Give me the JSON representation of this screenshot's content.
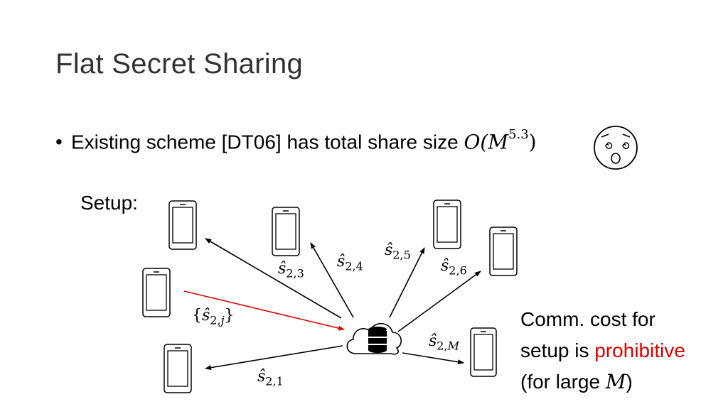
{
  "title": "Flat Secret Sharing",
  "bullet": {
    "text": "Existing scheme [DT06] has total share size ",
    "big_o": "O(",
    "var": "M",
    "exponent": "5.3",
    "close": ")",
    "emoji_icon": "dizzy-face-icon"
  },
  "setup_label": "Setup:",
  "edges": [
    {
      "hat": "ŝ",
      "sub": "2,3"
    },
    {
      "hat": "ŝ",
      "sub": "2,4"
    },
    {
      "hat": "ŝ",
      "sub": "2,5"
    },
    {
      "hat": "ŝ",
      "sub": "2,6"
    },
    {
      "hat": "ŝ",
      "sub": "2,",
      "sub_var": "M"
    },
    {
      "hat": "ŝ",
      "sub": "2,1"
    },
    {
      "open": "{",
      "hat": "ŝ",
      "sub": "2,",
      "sub_var": "j",
      "close": "}"
    }
  ],
  "note": {
    "line1": "Comm. cost for",
    "line2_prefix": "setup is ",
    "line2_highlight": "prohibitive",
    "line3_prefix": "(for large ",
    "line3_var": "M",
    "line3_suffix": ")"
  },
  "colors": {
    "highlight": "#e00000",
    "arrow": "#000000",
    "red_arrow": "#e00000"
  },
  "icons": {
    "server": "cloud-database-icon",
    "device": "phone-icon"
  }
}
